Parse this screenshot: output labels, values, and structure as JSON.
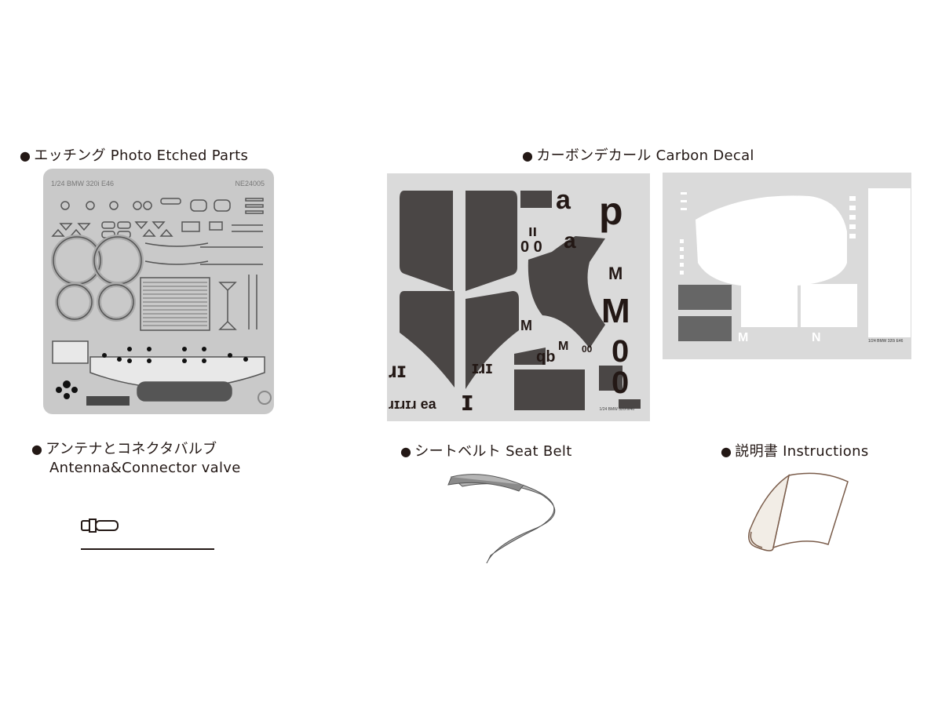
{
  "sections": {
    "etched": {
      "bullet": "●",
      "label": "エッチング Photo Etched Parts",
      "sheet_model": "1/24 BMW 320i E46",
      "sheet_code": "NE24005"
    },
    "decal": {
      "bullet": "●",
      "label": "カーボンデカール Carbon Decal",
      "sheet_model": "1/24 BMW 320i E46"
    },
    "antenna": {
      "bullet": "●",
      "label_jp": "アンテナとコネクタバルブ",
      "label_en": "Antenna&Connector valve"
    },
    "seatbelt": {
      "bullet": "●",
      "label": "シートベルト Seat Belt"
    },
    "instructions": {
      "bullet": "●",
      "label": "説明書 Instructions"
    }
  },
  "colors": {
    "sheet": "#c9c9c9",
    "decal_bg": "#dadada",
    "carbon": "#4a4645",
    "text": "#231815"
  }
}
